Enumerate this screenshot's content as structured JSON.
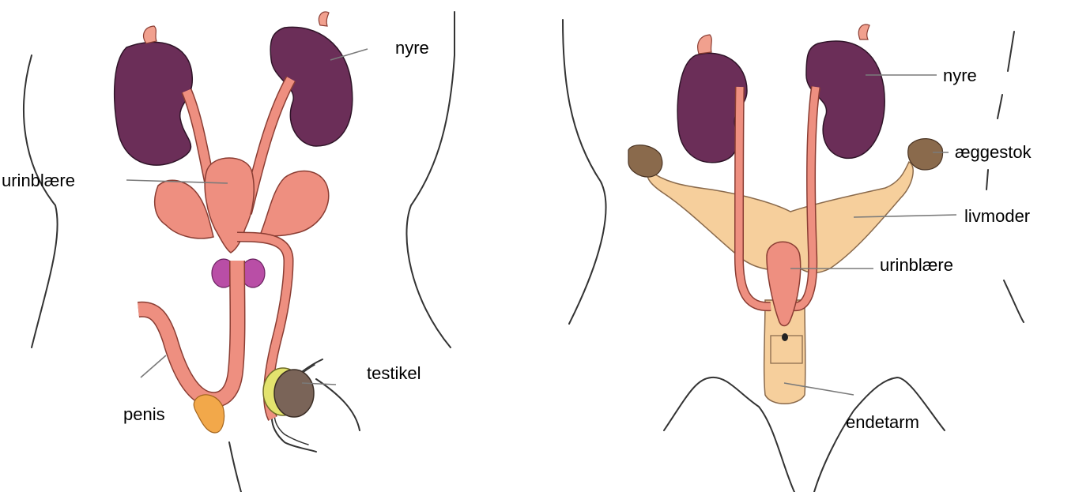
{
  "male": {
    "labels": {
      "nyre": "nyre",
      "urinblaere": "urinblære",
      "penis": "penis",
      "testikel": "testikel"
    }
  },
  "female": {
    "labels": {
      "nyre": "nyre",
      "aeggestok": "æggestok",
      "livmoder": "livmoder",
      "urinblaere": "urinblære",
      "endetarm": "endetarm"
    }
  },
  "colors": {
    "kidney": "#6b2e58",
    "tract": "#ee8f80",
    "gland": "#b94ea6",
    "uterus": "#f6cf9c",
    "ovary": "#8a6a4c",
    "testis": "#7a6458",
    "epididymis": "#e3e36e"
  }
}
